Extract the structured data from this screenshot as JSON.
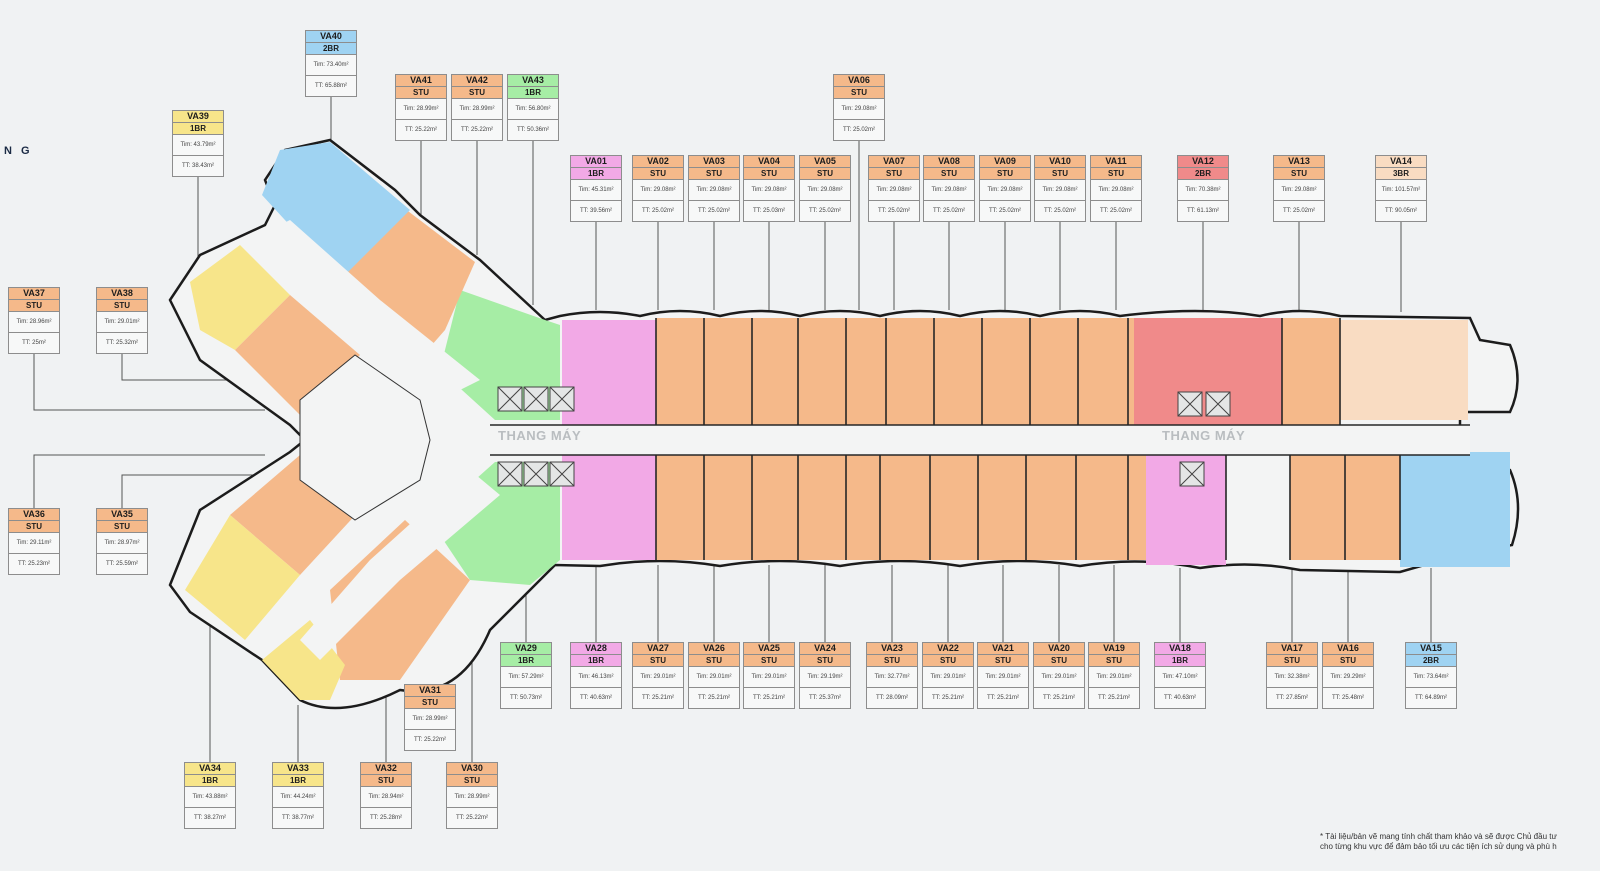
{
  "header_fragment": "N G",
  "lift_labels": [
    "THANG MÁY",
    "THANG MÁY"
  ],
  "note_lines": [
    "* Tài liệu/bản vẽ mang tính chất tham khảo và sẽ được Chủ đầu tư",
    "cho từng khu vực để đảm bảo tối ưu các tiện ích sử dụng và phù h"
  ],
  "type_colors": {
    "STU": "#f5b98a",
    "1BR_pink": "#f2a9e6",
    "1BR_green": "#a6eda5",
    "1BR_yellow": "#f7e58a",
    "2BR_red": "#f08a8a",
    "2BR_blue": "#9fd3f2",
    "3BR": "#f9dcc2"
  },
  "units": [
    {
      "code": "VA01",
      "type": "1BR",
      "color": "1BR_pink",
      "tim": "Tim: 45.31m²",
      "tt": "TT: 39.56m²"
    },
    {
      "code": "VA02",
      "type": "STU",
      "color": "STU",
      "tim": "Tim: 29.08m²",
      "tt": "TT: 25.02m²"
    },
    {
      "code": "VA03",
      "type": "STU",
      "color": "STU",
      "tim": "Tim: 29.08m²",
      "tt": "TT: 25.02m²"
    },
    {
      "code": "VA04",
      "type": "STU",
      "color": "STU",
      "tim": "Tim: 29.08m²",
      "tt": "TT: 25.03m²"
    },
    {
      "code": "VA05",
      "type": "STU",
      "color": "STU",
      "tim": "Tim: 29.08m²",
      "tt": "TT: 25.02m²"
    },
    {
      "code": "VA06",
      "type": "STU",
      "color": "STU",
      "tim": "Tim: 29.08m²",
      "tt": "TT: 25.02m²"
    },
    {
      "code": "VA07",
      "type": "STU",
      "color": "STU",
      "tim": "Tim: 29.08m²",
      "tt": "TT: 25.02m²"
    },
    {
      "code": "VA08",
      "type": "STU",
      "color": "STU",
      "tim": "Tim: 29.08m²",
      "tt": "TT: 25.02m²"
    },
    {
      "code": "VA09",
      "type": "STU",
      "color": "STU",
      "tim": "Tim: 29.08m²",
      "tt": "TT: 25.02m²"
    },
    {
      "code": "VA10",
      "type": "STU",
      "color": "STU",
      "tim": "Tim: 29.08m²",
      "tt": "TT: 25.02m²"
    },
    {
      "code": "VA11",
      "type": "STU",
      "color": "STU",
      "tim": "Tim: 29.08m²",
      "tt": "TT: 25.02m²"
    },
    {
      "code": "VA12",
      "type": "2BR",
      "color": "2BR_red",
      "tim": "Tim: 70.38m²",
      "tt": "TT: 61.13m²"
    },
    {
      "code": "VA13",
      "type": "STU",
      "color": "STU",
      "tim": "Tim: 29.08m²",
      "tt": "TT: 25.02m²"
    },
    {
      "code": "VA14",
      "type": "3BR",
      "color": "3BR",
      "tim": "Tim: 101.57m²",
      "tt": "TT: 90.05m²"
    },
    {
      "code": "VA15",
      "type": "2BR",
      "color": "2BR_blue",
      "tim": "Tim: 73.64m²",
      "tt": "TT: 64.89m²"
    },
    {
      "code": "VA16",
      "type": "STU",
      "color": "STU",
      "tim": "Tim: 29.29m²",
      "tt": "TT: 25.48m²"
    },
    {
      "code": "VA17",
      "type": "STU",
      "color": "STU",
      "tim": "Tim: 32.38m²",
      "tt": "TT: 27.85m²"
    },
    {
      "code": "VA18",
      "type": "1BR",
      "color": "1BR_pink",
      "tim": "Tim: 47.10m²",
      "tt": "TT: 40.63m²"
    },
    {
      "code": "VA19",
      "type": "STU",
      "color": "STU",
      "tim": "Tim: 29.01m²",
      "tt": "TT: 25.21m²"
    },
    {
      "code": "VA20",
      "type": "STU",
      "color": "STU",
      "tim": "Tim: 29.01m²",
      "tt": "TT: 25.21m²"
    },
    {
      "code": "VA21",
      "type": "STU",
      "color": "STU",
      "tim": "Tim: 29.01m²",
      "tt": "TT: 25.21m²"
    },
    {
      "code": "VA22",
      "type": "STU",
      "color": "STU",
      "tim": "Tim: 29.01m²",
      "tt": "TT: 25.21m²"
    },
    {
      "code": "VA23",
      "type": "STU",
      "color": "STU",
      "tim": "Tim: 32.77m²",
      "tt": "TT: 28.09m²"
    },
    {
      "code": "VA24",
      "type": "STU",
      "color": "STU",
      "tim": "Tim: 29.19m²",
      "tt": "TT: 25.37m²"
    },
    {
      "code": "VA25",
      "type": "STU",
      "color": "STU",
      "tim": "Tim: 29.01m²",
      "tt": "TT: 25.21m²"
    },
    {
      "code": "VA26",
      "type": "STU",
      "color": "STU",
      "tim": "Tim: 29.01m²",
      "tt": "TT: 25.21m²"
    },
    {
      "code": "VA27",
      "type": "STU",
      "color": "STU",
      "tim": "Tim: 29.01m²",
      "tt": "TT: 25.21m²"
    },
    {
      "code": "VA28",
      "type": "1BR",
      "color": "1BR_pink",
      "tim": "Tim: 46.13m²",
      "tt": "TT: 40.63m²"
    },
    {
      "code": "VA29",
      "type": "1BR",
      "color": "1BR_green",
      "tim": "Tim: 57.29m²",
      "tt": "TT: 50.73m²"
    },
    {
      "code": "VA30",
      "type": "STU",
      "color": "STU",
      "tim": "Tim: 28.99m²",
      "tt": "TT: 25.22m²"
    },
    {
      "code": "VA31",
      "type": "STU",
      "color": "STU",
      "tim": "Tim: 28.99m²",
      "tt": "TT: 25.22m²"
    },
    {
      "code": "VA32",
      "type": "STU",
      "color": "STU",
      "tim": "Tim: 28.94m²",
      "tt": "TT: 25.28m²"
    },
    {
      "code": "VA33",
      "type": "1BR",
      "color": "1BR_yellow",
      "tim": "Tim: 44.24m²",
      "tt": "TT: 38.77m²"
    },
    {
      "code": "VA34",
      "type": "1BR",
      "color": "1BR_yellow",
      "tim": "Tim: 43.88m²",
      "tt": "TT: 38.27m²"
    },
    {
      "code": "VA35",
      "type": "STU",
      "color": "STU",
      "tim": "Tim: 28.97m²",
      "tt": "TT: 25.59m²"
    },
    {
      "code": "VA36",
      "type": "STU",
      "color": "STU",
      "tim": "Tim: 29.11m²",
      "tt": "TT: 25.23m²"
    },
    {
      "code": "VA37",
      "type": "STU",
      "color": "STU",
      "tim": "Tim: 28.96m²",
      "tt": "TT: 25m²"
    },
    {
      "code": "VA38",
      "type": "STU",
      "color": "STU",
      "tim": "Tim: 29.01m²",
      "tt": "TT: 25.32m²"
    },
    {
      "code": "VA39",
      "type": "1BR",
      "color": "1BR_yellow",
      "tim": "Tim: 43.79m²",
      "tt": "TT: 38.43m²"
    },
    {
      "code": "VA40",
      "type": "2BR",
      "color": "2BR_blue",
      "tim": "Tim: 73.40m²",
      "tt": "TT: 65.88m²"
    },
    {
      "code": "VA41",
      "type": "STU",
      "color": "STU",
      "tim": "Tim: 28.99m²",
      "tt": "TT: 25.22m²"
    },
    {
      "code": "VA42",
      "type": "STU",
      "color": "STU",
      "tim": "Tim: 28.99m²",
      "tt": "TT: 25.22m²"
    },
    {
      "code": "VA43",
      "type": "1BR",
      "color": "1BR_green",
      "tim": "Tim: 56.80m²",
      "tt": "TT: 50.36m²"
    }
  ]
}
